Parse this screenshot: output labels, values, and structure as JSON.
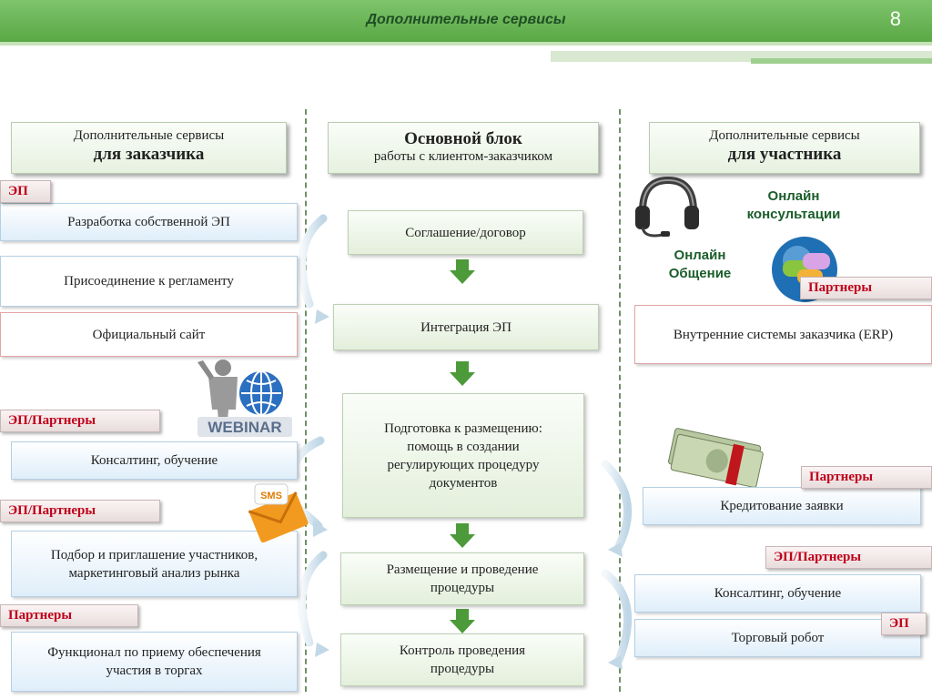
{
  "slide": {
    "title": "Дополнительные сервисы",
    "page_number": "8"
  },
  "colors": {
    "topbar": "#6cb858",
    "tag_text": "#c0001a",
    "arrow_green": "#4c9a3a"
  },
  "left": {
    "header_line1": "Дополнительные сервисы",
    "header_line2": "для заказчика",
    "tag_ep": "ЭП",
    "item_own_ep": "Разработка собственной ЭП",
    "item_regulation": "Присоединение к регламенту",
    "item_official_site": "Официальный сайт",
    "tag_ep_partners_1": "ЭП/Партнеры",
    "item_consulting": "Консалтинг, обучение",
    "tag_ep_partners_2": "ЭП/Партнеры",
    "item_selection_line1": "Подбор и приглашение участников,",
    "item_selection_line2": "маркетинговый анализ рынка",
    "tag_partners": "Партнеры",
    "item_function_line1": "Функционал по приему обеспечения",
    "item_function_line2": "участия в торгах"
  },
  "center": {
    "header_line1": "Основной блок",
    "header_line2": "работы с клиентом-заказчиком",
    "step1": "Соглашение/договор",
    "step2": "Интеграция ЭП",
    "step3_line1": "Подготовка к размещению:",
    "step3_line2": "помощь в создании",
    "step3_line3": "регулирующих процедуру",
    "step3_line4": "документов",
    "step4_line1": "Размещение и проведение",
    "step4_line2": "процедуры",
    "step5_line1": "Контроль проведения",
    "step5_line2": "процедуры"
  },
  "right": {
    "header_line1": "Дополнительные сервисы",
    "header_line2": "для участника",
    "online_consult_line1": "Онлайн",
    "online_consult_line2": "консультации",
    "online_comm_line1": "Онлайн",
    "online_comm_line2": "Общение",
    "tag_partners_1": "Партнеры",
    "item_erp": "Внутренние системы заказчика (ERP)",
    "tag_partners_2": "Партнеры",
    "item_credit": "Кредитование заявки",
    "tag_ep_partners": "ЭП/Партнеры",
    "item_consulting": "Консалтинг, обучение",
    "item_robot": "Торговый робот",
    "tag_ep": "ЭП"
  },
  "icons": {
    "webinar_label": "WEBINAR",
    "sms_label": "SMS",
    "headset": "headset-icon",
    "chat_globe": "chat-globe-icon",
    "money": "money-icon",
    "envelope": "sms-envelope-icon"
  }
}
